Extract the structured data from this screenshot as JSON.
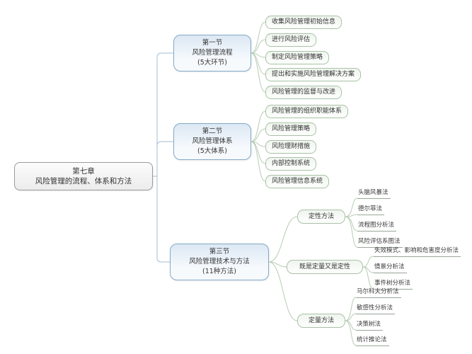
{
  "root": {
    "line1": "第七章",
    "line2": "风险管理的流程、体系和方法"
  },
  "sections": [
    {
      "title": "第一节",
      "subtitle": "风险管理流程",
      "note": "(5大环节)",
      "children": [
        {
          "label": "收集风险管理初始信息"
        },
        {
          "label": "进行风险评估"
        },
        {
          "label": "制定风险管理策略"
        },
        {
          "label": "提出和实施风险管理解决方案"
        },
        {
          "label": "风险管理的监督与改进"
        }
      ]
    },
    {
      "title": "第二节",
      "subtitle": "风险管理体系",
      "note": "(5大体系)",
      "children": [
        {
          "label": "风险管理的组织职能体系"
        },
        {
          "label": "风险管理策略"
        },
        {
          "label": "风险理财措施"
        },
        {
          "label": "内部控制系统"
        },
        {
          "label": "风险管理信息系统"
        }
      ]
    },
    {
      "title": "第三节",
      "subtitle": "风险管理技术与方法",
      "note": "(11种方法)",
      "children": [
        {
          "label": "定性方法",
          "children": [
            {
              "label": "头脑风暴法"
            },
            {
              "label": "德尔菲法"
            },
            {
              "label": "流程图分析法"
            },
            {
              "label": "风险评估系图法"
            }
          ]
        },
        {
          "label": "既是定量又是定性",
          "children": [
            {
              "label": "失效模式、影响和危害度分析法"
            },
            {
              "label": "情景分析法"
            },
            {
              "label": "事件树分析法"
            }
          ]
        },
        {
          "label": "定量方法",
          "children": [
            {
              "label": "马尔科夫分析法"
            },
            {
              "label": "敏感性分析法"
            },
            {
              "label": "决策树法"
            },
            {
              "label": "统计推论法"
            }
          ]
        }
      ]
    }
  ],
  "colors": {
    "text": "#333333",
    "root_border": "#9b9b9b",
    "section_border": "#84a8c6",
    "section_fill_top": "#dce8f4",
    "section_fill_bottom": "#f7fafd",
    "leaf_border": "#a9c2a5",
    "blue_line": "#a3bdd3",
    "green_line": "#b7ccb4"
  }
}
